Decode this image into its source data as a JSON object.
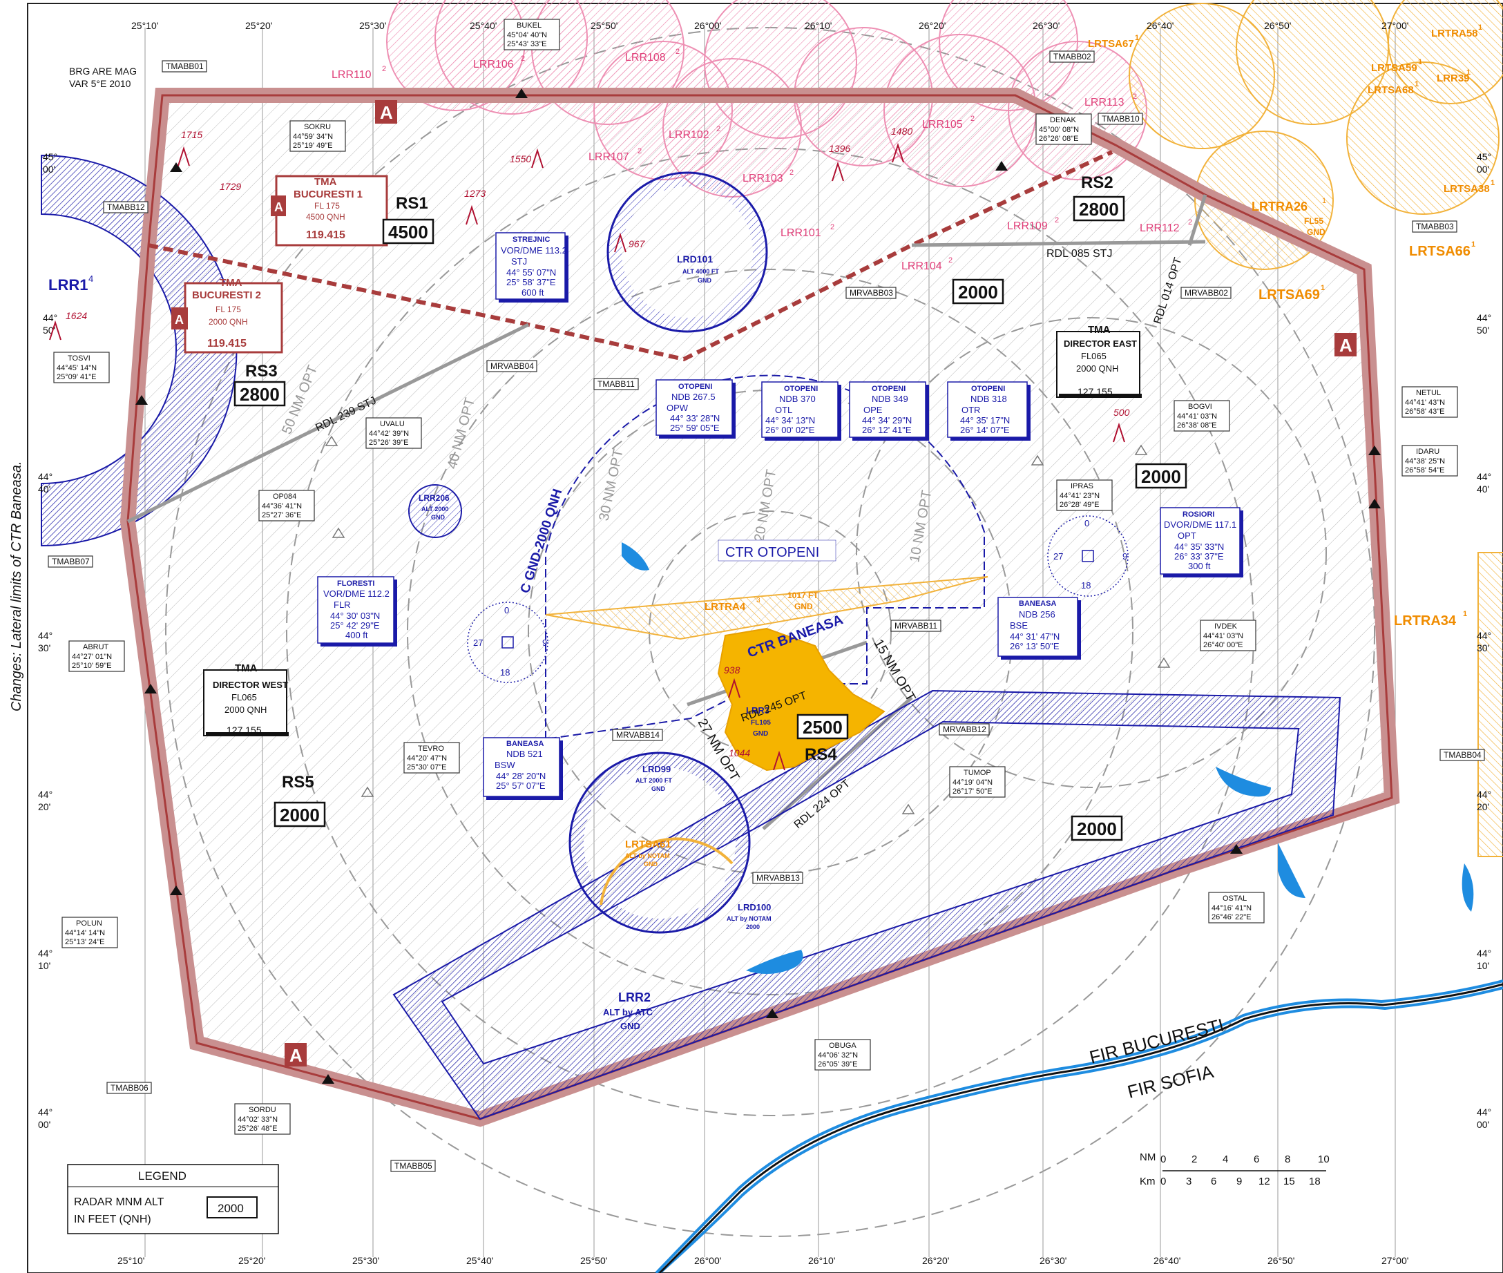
{
  "header": {
    "bearing_note_1": "BRG ARE MAG",
    "bearing_note_2": "VAR 5°E 2010",
    "side_note": "Changes: Lateral limits of CTR Baneasa."
  },
  "longitude_ticks": [
    "25°10'",
    "25°20'",
    "25°30'",
    "25°40'",
    "25°50'",
    "26°00'",
    "26°10'",
    "26°20'",
    "26°30'",
    "26°40'",
    "26°50'",
    "27°00'"
  ],
  "latitude_ticks": [
    {
      "deg": "45°",
      "min": "00'"
    },
    {
      "deg": "44°",
      "min": "50'"
    },
    {
      "deg": "44°",
      "min": "40'"
    },
    {
      "deg": "44°",
      "min": "30'"
    },
    {
      "deg": "44°",
      "min": "20'"
    },
    {
      "deg": "44°",
      "min": "10'"
    },
    {
      "deg": "44°",
      "min": "00'"
    }
  ],
  "tmab_points": [
    "TMABB01",
    "TMABB02",
    "TMABB03",
    "TMABB04",
    "TMABB05",
    "TMABB06",
    "TMABB07",
    "TMABB10",
    "TMABB11",
    "TMABB12"
  ],
  "mrvab_points": [
    "MRVABB02",
    "MRVABB03",
    "MRVABB04",
    "MRVABB11",
    "MRVABB12",
    "MRVABB13",
    "MRVABB14"
  ],
  "waypoints": [
    {
      "name": "BUKEL",
      "lat": "45°04' 40\"N",
      "lon": "25°43' 33\"E"
    },
    {
      "name": "SOKRU",
      "lat": "44°59' 34\"N",
      "lon": "25°19' 49\"E"
    },
    {
      "name": "DENAK",
      "lat": "45°00' 08\"N",
      "lon": "26°26' 08\"E"
    },
    {
      "name": "TOSVI",
      "lat": "44°45' 14\"N",
      "lon": "25°09' 41\"E"
    },
    {
      "name": "UVALU",
      "lat": "44°42' 39\"N",
      "lon": "25°26' 39\"E"
    },
    {
      "name": "OP084",
      "lat": "44°36' 41\"N",
      "lon": "25°27' 36\"E"
    },
    {
      "name": "ABRUT",
      "lat": "44°27' 01\"N",
      "lon": "25°10' 59\"E"
    },
    {
      "name": "TEVRO",
      "lat": "44°20' 47\"N",
      "lon": "25°30' 07\"E"
    },
    {
      "name": "POLUN",
      "lat": "44°14' 14\"N",
      "lon": "25°13' 24\"E"
    },
    {
      "name": "SORDU",
      "lat": "44°02' 33\"N",
      "lon": "25°26' 48\"E"
    },
    {
      "name": "OBUGA",
      "lat": "44°06' 32\"N",
      "lon": "26°05' 39\"E"
    },
    {
      "name": "OSTAL",
      "lat": "44°16' 41\"N",
      "lon": "26°46' 22\"E"
    },
    {
      "name": "TUMOP",
      "lat": "44°19' 04\"N",
      "lon": "26°17' 50\"E"
    },
    {
      "name": "IVDEK",
      "lat": "44°41' 03\"N",
      "lon": "26°40' 00\"E"
    },
    {
      "name": "IPRAS",
      "lat": "44°41' 23\"N",
      "lon": "26°28' 49\"E"
    },
    {
      "name": "BOGVI",
      "lat": "44°41' 03\"N",
      "lon": "26°38' 08\"E"
    },
    {
      "name": "NETUL",
      "lat": "44°41' 43\"N",
      "lon": "26°58' 43\"E"
    },
    {
      "name": "IDARU",
      "lat": "44°38' 25\"N",
      "lon": "26°58' 54\"E"
    }
  ],
  "sectors": [
    {
      "name": "RS1",
      "alt": "4500"
    },
    {
      "name": "RS2",
      "alt": "2800"
    },
    {
      "name": "RS3",
      "alt": "2800"
    },
    {
      "name": "RS4",
      "alt": "2500"
    },
    {
      "name": "RS5",
      "alt": "2000"
    }
  ],
  "other_alts": [
    "2000",
    "2000",
    "2000"
  ],
  "tma_boxes": {
    "bucuresti1": {
      "letter": "A",
      "title": "TMA",
      "name": "BUCURESTI 1",
      "upper": "FL 175",
      "lower": "4500 QNH",
      "freq": "119.415"
    },
    "bucuresti2": {
      "letter": "A",
      "title": "TMA",
      "name": "BUCURESTI 2",
      "upper": "FL 175",
      "lower": "2000 QNH",
      "freq": "119.415"
    },
    "director_east": {
      "title": "TMA",
      "name": "DIRECTOR EAST",
      "upper": "FL065",
      "lower": "2000 QNH",
      "freq": "127.155"
    },
    "director_west": {
      "title": "TMA",
      "name": "DIRECTOR WEST",
      "upper": "FL065",
      "lower": "2000 QNH",
      "freq": "127.155"
    }
  },
  "class_letter": "A",
  "navaids": [
    {
      "title": "STREJNIC",
      "kind": "VOR/DME 113.2",
      "ident": "STJ",
      "lat": "44° 55' 07\"N",
      "lon": "25° 58' 37\"E",
      "elev": "600 ft"
    },
    {
      "title": "FLORESTI",
      "kind": "VOR/DME 112.2",
      "ident": "FLR",
      "lat": "44° 30' 03\"N",
      "lon": "25° 42' 29\"E",
      "elev": "400 ft"
    },
    {
      "title": "ROSIORI",
      "kind": "DVOR/DME 117.1",
      "ident": "OPT",
      "lat": "44° 35' 33\"N",
      "lon": "26° 33' 37\"E",
      "elev": "300 ft"
    },
    {
      "title": "OTOPENI",
      "kind": "NDB 267.5",
      "ident": "OPW",
      "lat": "44° 33' 28\"N",
      "lon": "25° 59' 05\"E"
    },
    {
      "title": "OTOPENI",
      "kind": "NDB 370",
      "ident": "OTL",
      "lat": "44° 34' 13\"N",
      "lon": "26° 00' 02\"E"
    },
    {
      "title": "OTOPENI",
      "kind": "NDB 349",
      "ident": "OPE",
      "lat": "44° 34' 29\"N",
      "lon": "26° 12' 41\"E"
    },
    {
      "title": "OTOPENI",
      "kind": "NDB 318",
      "ident": "OTR",
      "lat": "44° 35' 17\"N",
      "lon": "26° 14' 07\"E"
    },
    {
      "title": "BANEASA",
      "kind": "NDB 256",
      "ident": "BSE",
      "lat": "44° 31' 47\"N",
      "lon": "26° 13' 50\"E"
    },
    {
      "title": "BANEASA",
      "kind": "NDB 521",
      "ident": "BSW",
      "lat": "44° 28' 20\"N",
      "lon": "25° 57' 07\"E"
    }
  ],
  "restricted_areas": {
    "lrr1": {
      "name": "LRR1",
      "sup": "4"
    },
    "lrr2": {
      "name": "LRR2",
      "alt": "ALT by ATC",
      "lower": "GND"
    },
    "lrr3": {
      "name": "LRR3",
      "upper": "FL105",
      "lower": "GND"
    },
    "lrr206": {
      "name": "LRR206",
      "upper": "ALT 2000",
      "lower": "GND"
    },
    "lrd101": {
      "name": "LRD101",
      "upper": "ALT 4000 FT",
      "lower": "GND"
    },
    "lrd99": {
      "name": "LRD99",
      "upper": "ALT 2000 FT",
      "lower": "GND"
    },
    "lrd100": {
      "name": "LRD100",
      "upper": "ALT by NOTAM",
      "lower": "2000"
    },
    "lrtsa61": {
      "name": "LRTSA61",
      "upper": "ALT by NOTAM",
      "lower": "GND"
    },
    "lrtra4": {
      "name": "LRTRA4",
      "sup": "3",
      "upper": "1017 FT",
      "lower": "GND"
    },
    "lrtra26": {
      "name": "LRTRA26",
      "sup": "1",
      "upper": "FL55",
      "lower": "GND"
    }
  },
  "pink_areas": [
    {
      "name": "LRR110",
      "sup": "2"
    },
    {
      "name": "LRR106",
      "sup": "2"
    },
    {
      "name": "LRR108",
      "sup": "2"
    },
    {
      "name": "LRR102",
      "sup": "2"
    },
    {
      "name": "LRR107",
      "sup": "2"
    },
    {
      "name": "LRR103",
      "sup": "2"
    },
    {
      "name": "LRR101",
      "sup": "2"
    },
    {
      "name": "LRR105",
      "sup": "2"
    },
    {
      "name": "LRR113",
      "sup": "2"
    },
    {
      "name": "LRR109",
      "sup": "2"
    },
    {
      "name": "LRR104",
      "sup": "2"
    },
    {
      "name": "LRR112",
      "sup": "2"
    }
  ],
  "orange_areas": [
    {
      "name": "LRTSA67",
      "sup": "1"
    },
    {
      "name": "LRTRA58",
      "sup": "1"
    },
    {
      "name": "LRTSA59",
      "sup": "1"
    },
    {
      "name": "LRR39",
      "sup": "1"
    },
    {
      "name": "LRTSA68",
      "sup": "1"
    },
    {
      "name": "LRTSA38",
      "sup": "1"
    },
    {
      "name": "LRTSA66",
      "sup": "1"
    },
    {
      "name": "LRTSA69",
      "sup": "1"
    },
    {
      "name": "LRTRA34",
      "sup": "1"
    }
  ],
  "obstacles": [
    "1715",
    "1729",
    "1624",
    "1273",
    "1550",
    "967",
    "1396",
    "1480",
    "500",
    "938",
    "1044"
  ],
  "radials": [
    "RDL 239 STJ",
    "RDL 085 STJ",
    "RDL 014 OPT",
    "RDL 245 OPT",
    "RDL 224 OPT"
  ],
  "range_rings": [
    "50 NM OPT",
    "40 NM OPT",
    "30 NM OPT",
    "20 NM OPT",
    "10 NM OPT",
    "15 NM OPT",
    "27 NM OPT"
  ],
  "ctr": {
    "otopeni": "CTR OTOPENI",
    "baneasa": "CTR BANEASA",
    "vertical": "C GND-2000 QNH"
  },
  "fir": {
    "north": "FIR BUCURESTI",
    "south": "FIR SOFIA"
  },
  "legend": {
    "title": "LEGEND",
    "line1": "RADAR MNM ALT",
    "line2": "IN FEET (QNH)",
    "sample": "2000"
  },
  "scale": {
    "nm_label": "NM",
    "km_label": "Km",
    "nm_ticks": [
      "0",
      "2",
      "4",
      "6",
      "8",
      "10"
    ],
    "km_ticks": [
      "0",
      "3",
      "6",
      "9",
      "12",
      "15",
      "18"
    ]
  },
  "compass": {
    "n": "0",
    "e": "9",
    "s": "18",
    "w": "27"
  },
  "colors": {
    "maroon": "#a83c3c",
    "pink": "#e0407a",
    "orange": "#f08c00",
    "blue": "#1a1aa8",
    "water": "#1e8ce0",
    "city": "#f5b400"
  }
}
